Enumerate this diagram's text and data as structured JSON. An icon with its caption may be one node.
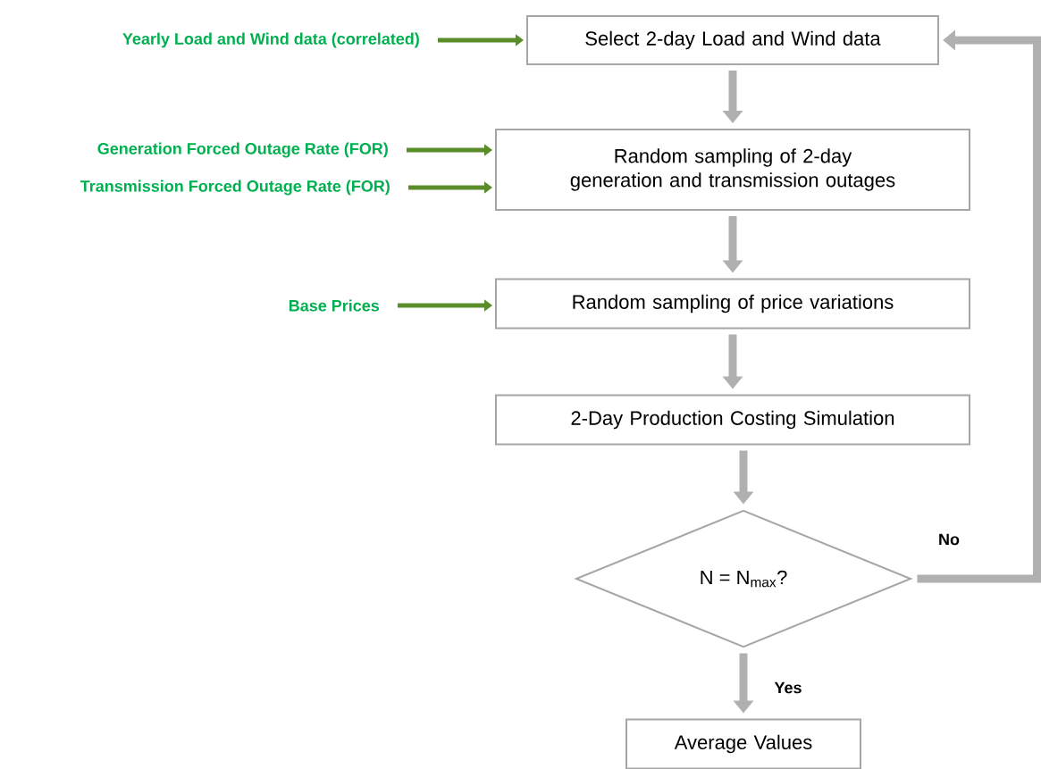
{
  "diagram": {
    "nodes": [
      {
        "text": [
          "Yearly Load and Wind data (correlated)"
        ]
      },
      {
        "text": [
          "Select 2-day Load and Wind data"
        ]
      },
      {
        "text": [
          "Generation Forced Outage Rate (FOR)"
        ]
      },
      {
        "text": [
          "Transmission Forced Outage Rate (FOR)"
        ]
      },
      {
        "text": [
          "Random sampling of 2-day generation and transmission outages"
        ]
      },
      {
        "text": [
          "Base Prices"
        ]
      },
      {
        "text": [
          "Random sampling of price variations"
        ]
      },
      {
        "text": [
          "2-Day Production Costing Simulation"
        ]
      },
      {
        "text": [
          "N = N$_{max}$?"
        ]
      },
      {
        "text": [
          "Average Values"
        ]
      }
    ],
    "edges": [
      {
        "from": 0,
        "to": 1,
        "arrow": "to",
        "color": "#5b8c2a"
      },
      {
        "from": 2,
        "to": 4,
        "arrow": "to",
        "color": "#5b8c2a"
      },
      {
        "from": 3,
        "to": 4,
        "arrow": "to",
        "color": "#5b8c2a"
      },
      {
        "from": 5,
        "to": 6,
        "arrow": "to",
        "color": "#5b8c2a"
      },
      {
        "from": 1,
        "to": 4,
        "arrow": "to"
      },
      {
        "from": 4,
        "to": 6,
        "arrow": "to"
      },
      {
        "from": 6,
        "to": 7,
        "arrow": "to"
      },
      {
        "from": 7,
        "to": 8,
        "arrow": "to"
      },
      {
        "from": 8,
        "to": 9,
        "arrow": "to",
        "label": "Yes"
      },
      {
        "from": 8,
        "to": 1,
        "arrow": "to",
        "label": "No"
      }
    ]
  }
}
